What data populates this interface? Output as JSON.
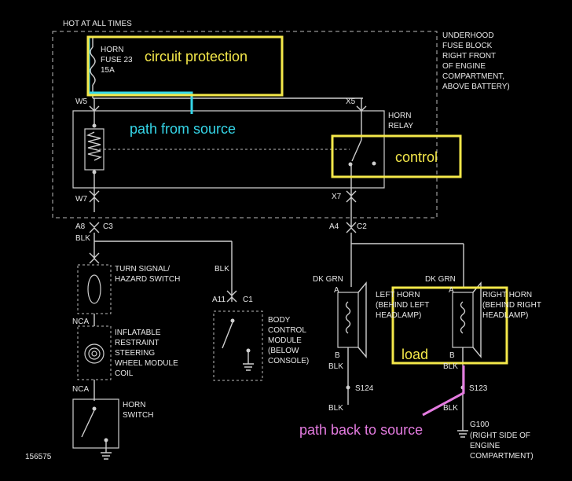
{
  "labels": {
    "hot": "HOT AT ALL TIMES",
    "fuse1": "HORN",
    "fuse2": "FUSE 23",
    "fuse3": "15A",
    "fb1": "UNDERHOOD",
    "fb2": "FUSE BLOCK",
    "fb3": "RIGHT FRONT",
    "fb4": "OF ENGINE",
    "fb5": "COMPARTMENT,",
    "fb6": "ABOVE BATTERY)",
    "w5": "W5",
    "x5": "X5",
    "relay1": "HORN",
    "relay2": "RELAY",
    "w7": "W7",
    "x7": "X7",
    "a8": "A8",
    "c3": "C3",
    "blk1": "BLK",
    "a4": "A4",
    "c2": "C2",
    "ts1": "TURN SIGNAL/",
    "ts2": "HAZARD SWITCH",
    "blk2": "BLK",
    "a11": "A11",
    "c1": "C1",
    "nca1": "NCA",
    "ir1": "INFLATABLE",
    "ir2": "RESTRAINT",
    "ir3": "STEERING",
    "ir4": "WHEEL MODULE",
    "ir5": "COIL",
    "bcm1": "BODY",
    "bcm2": "CONTROL",
    "bcm3": "MODULE",
    "bcm4": "(BELOW",
    "bcm5": "CONSOLE)",
    "nca2": "NCA",
    "hs1": "HORN",
    "hs2": "SWITCH",
    "dkgrn1": "DK GRN",
    "dkgrn2": "DK GRN",
    "la": "A",
    "ra": "A",
    "lh1": "LEFT HORN",
    "lh2": "(BEHIND LEFT",
    "lh3": "HEADLAMP)",
    "rh1": "RIGHT HORN",
    "rh2": "(BEHIND RIGHT",
    "rh3": "HEADLAMP)",
    "lb": "B",
    "rb": "B",
    "blk3": "BLK",
    "blk4": "BLK",
    "s124": "S124",
    "s123": "S123",
    "blk5": "BLK",
    "blk6": "BLK",
    "g100": "G100",
    "g1": "(RIGHT SIDE OF",
    "g2": "ENGINE",
    "g3": "COMPARTMENT)",
    "fig": "156575"
  },
  "annotations": {
    "circuit_protection": "circuit protection",
    "path_from_source": "path from source",
    "control": "control",
    "load": "load",
    "path_back": "path back to source"
  },
  "colors": {
    "annotation_yellow": "#f4e84a",
    "annotation_cyan": "#35d6e8",
    "annotation_pink": "#e47be0",
    "background": "#000000",
    "line": "#cfcfcf"
  }
}
